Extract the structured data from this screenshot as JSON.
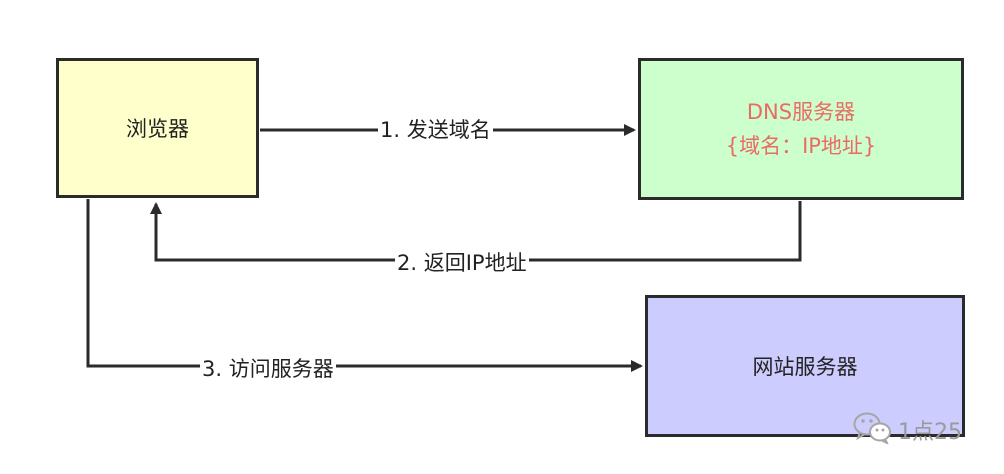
{
  "nodes": {
    "browser": {
      "label": "浏览器"
    },
    "dns": {
      "label_line1": "DNS服务器",
      "label_line2": "{域名：IP地址}",
      "text_color": "#ea6b66",
      "fill": "#ccffcc"
    },
    "web": {
      "label": "网站服务器",
      "fill": "#ccccff"
    }
  },
  "edges": {
    "step1": {
      "label": "1. 发送域名"
    },
    "step2": {
      "label": "2. 返回IP地址"
    },
    "step3": {
      "label": "3. 访问服务器"
    }
  },
  "watermark": {
    "icon": "wechat-icon",
    "text": "1点25"
  },
  "colors": {
    "browser_fill": "#ffffcc",
    "stroke": "#2b2b2b"
  }
}
